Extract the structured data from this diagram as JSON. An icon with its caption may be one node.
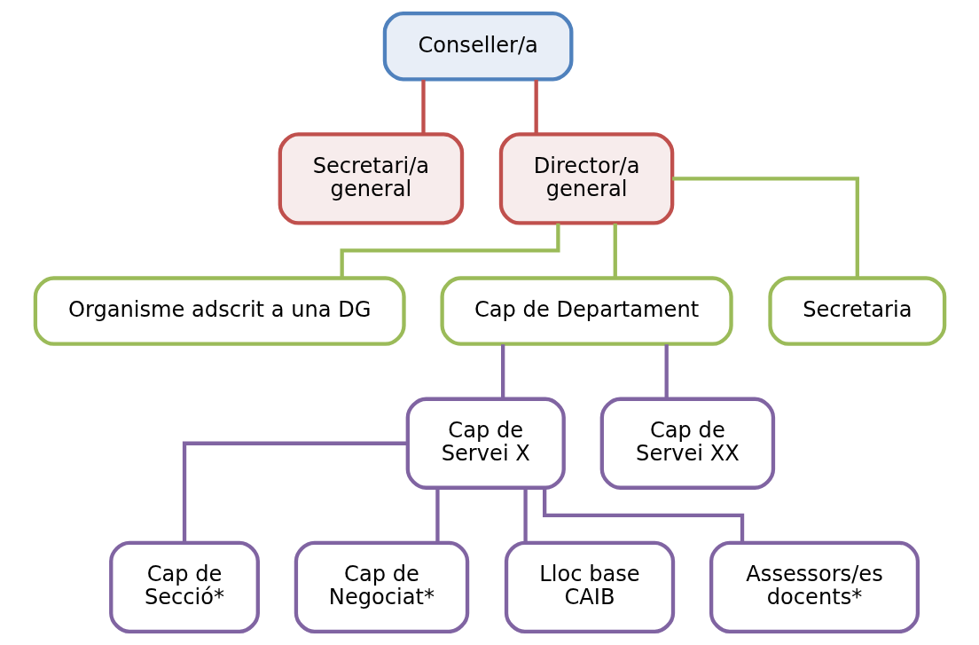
{
  "diagram": {
    "nodes": [
      {
        "text": [
          "Conseller/a"
        ]
      },
      {
        "text": [
          "Secretari/a general"
        ]
      },
      {
        "text": [
          "Director/a general"
        ]
      },
      {
        "text": [
          "Organisme adscrit a una DG"
        ]
      },
      {
        "text": [
          "Cap de Departament"
        ]
      },
      {
        "text": [
          "Secretaria"
        ]
      },
      {
        "text": [
          "Cap de Servei X"
        ]
      },
      {
        "text": [
          "Cap de Servei XX"
        ]
      },
      {
        "text": [
          "Cap de Secció*"
        ]
      },
      {
        "text": [
          "Cap de Negociat*"
        ]
      },
      {
        "text": [
          "Lloc base CAIB"
        ]
      },
      {
        "text": [
          "Assessors/es docents*"
        ]
      }
    ],
    "edges": [
      {
        "from": 0,
        "to": 1,
        "arrow": "none",
        "color": "#c0504d"
      },
      {
        "from": 0,
        "to": 2,
        "arrow": "none",
        "color": "#c0504d"
      },
      {
        "from": 2,
        "to": 3,
        "arrow": "none",
        "color": "#9bbb59"
      },
      {
        "from": 2,
        "to": 4,
        "arrow": "none",
        "color": "#9bbb59"
      },
      {
        "from": 2,
        "to": 5,
        "arrow": "none",
        "color": "#9bbb59"
      },
      {
        "from": 4,
        "to": 6,
        "arrow": "none"
      },
      {
        "from": 4,
        "to": 7,
        "arrow": "none"
      },
      {
        "from": 6,
        "to": 8,
        "arrow": "none"
      },
      {
        "from": 6,
        "to": 9,
        "arrow": "none"
      },
      {
        "from": 6,
        "to": 10,
        "arrow": "none"
      },
      {
        "from": 6,
        "to": 11,
        "arrow": "none"
      }
    ]
  }
}
